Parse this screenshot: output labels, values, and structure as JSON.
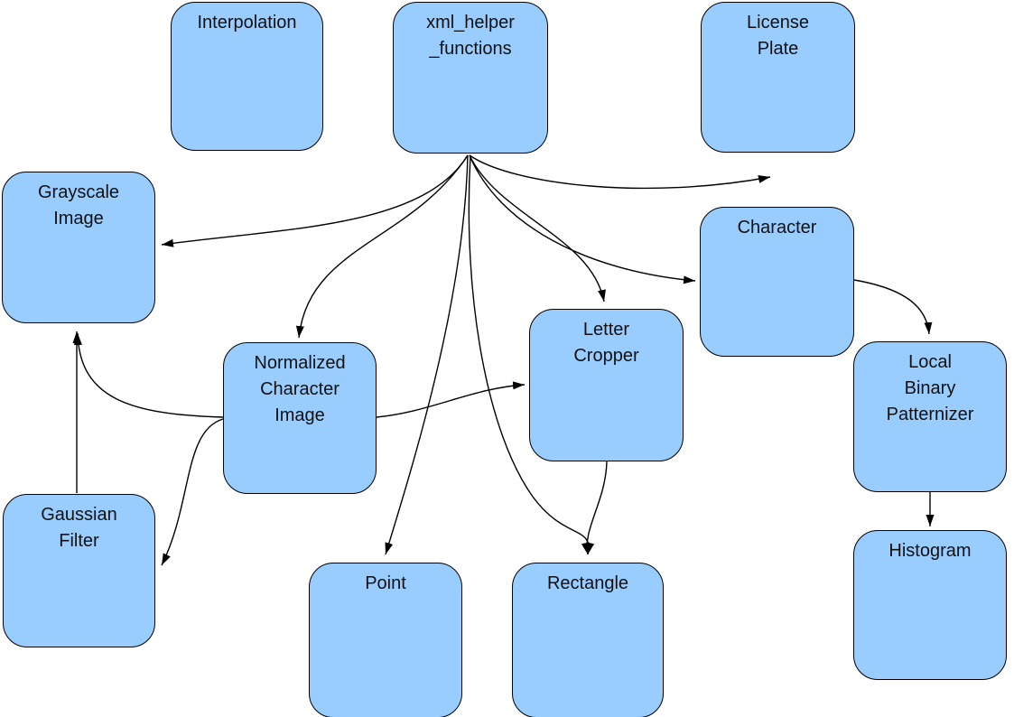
{
  "diagram": {
    "type": "dependency-graph",
    "colors": {
      "node_fill": "#99CCFF",
      "node_border": "#000000",
      "edge": "#000000",
      "label": "#111111",
      "background": "#FFFFFF"
    },
    "nodes": {
      "interpolation": {
        "label": "Interpolation"
      },
      "xml_helper_functions": {
        "label": "xml_helper\n_functions"
      },
      "license_plate": {
        "label": "License\nPlate"
      },
      "grayscale_image": {
        "label": "Grayscale\nImage"
      },
      "character": {
        "label": "Character"
      },
      "normalized_character_image": {
        "label": "Normalized\nCharacter\nImage"
      },
      "letter_cropper": {
        "label": "Letter\nCropper"
      },
      "local_binary_patternizer": {
        "label": "Local\nBinary\nPatternizer"
      },
      "gaussian_filter": {
        "label": "Gaussian\nFilter"
      },
      "point": {
        "label": "Point"
      },
      "rectangle": {
        "label": "Rectangle"
      },
      "histogram": {
        "label": "Histogram"
      }
    },
    "edges": [
      {
        "from": "xml_helper_functions",
        "to": "license_plate"
      },
      {
        "from": "xml_helper_functions",
        "to": "grayscale_image"
      },
      {
        "from": "xml_helper_functions",
        "to": "normalized_character_image"
      },
      {
        "from": "xml_helper_functions",
        "to": "letter_cropper"
      },
      {
        "from": "xml_helper_functions",
        "to": "character"
      },
      {
        "from": "xml_helper_functions",
        "to": "point"
      },
      {
        "from": "xml_helper_functions",
        "to": "rectangle"
      },
      {
        "from": "normalized_character_image",
        "to": "grayscale_image"
      },
      {
        "from": "normalized_character_image",
        "to": "letter_cropper"
      },
      {
        "from": "normalized_character_image",
        "to": "gaussian_filter"
      },
      {
        "from": "gaussian_filter",
        "to": "grayscale_image"
      },
      {
        "from": "letter_cropper",
        "to": "rectangle"
      },
      {
        "from": "character",
        "to": "local_binary_patternizer"
      },
      {
        "from": "local_binary_patternizer",
        "to": "histogram"
      }
    ]
  }
}
